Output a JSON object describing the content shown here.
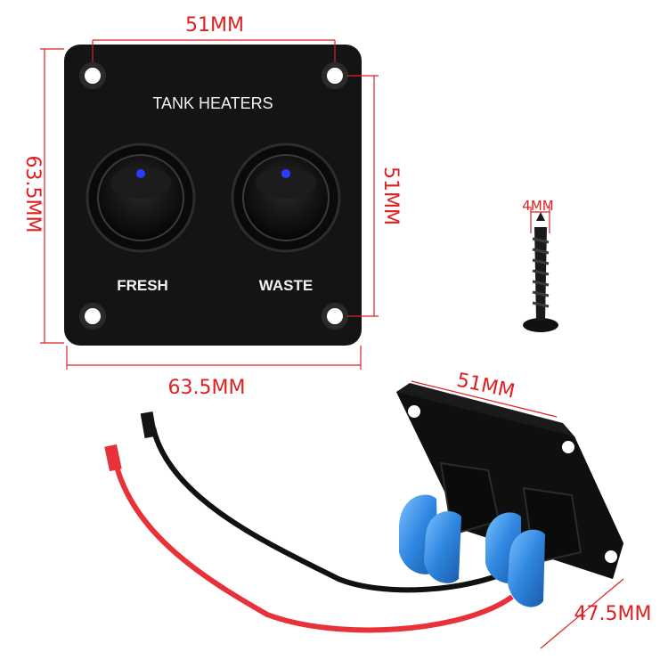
{
  "panel": {
    "title": "TANK HEATERS",
    "switch_left_label": "FRESH",
    "switch_right_label": "WASTE"
  },
  "dimensions": {
    "top_width": "51MM",
    "left_height": "63.5MM",
    "right_height": "51MM",
    "bottom_width": "63.5MM",
    "screw_diameter": "4MM",
    "side_width": "51MM",
    "side_depth": "47.5MM"
  },
  "colors": {
    "panel": "#141414",
    "dimension": "#e02020",
    "connector": "#2f86e0",
    "wire_red": "#e8323a",
    "wire_black": "#111111",
    "indicator": "#2a3cff"
  }
}
